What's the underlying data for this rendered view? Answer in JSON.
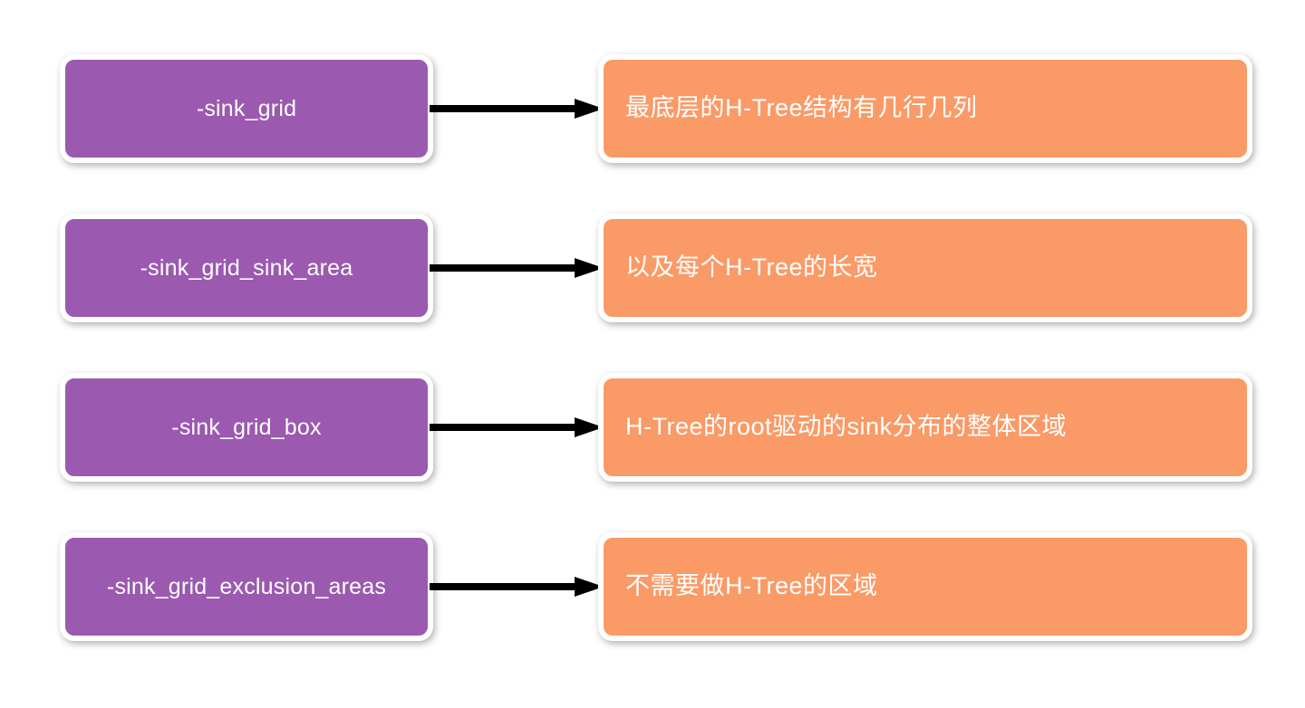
{
  "page": {
    "background_color": "#FFFFFF",
    "term_box_color": "#9B59B0",
    "desc_box_color": "#FA9A67",
    "box_border_color": "#FFFFFF",
    "text_color": "#FFFFFF",
    "arrow_color": "#000000"
  },
  "rows": [
    {
      "term": "-sink_grid",
      "description": "最底层的H-Tree结构有几行几列",
      "arrow_icon": "arrow-right-icon"
    },
    {
      "term": "-sink_grid_sink_area",
      "description": "以及每个H-Tree的长宽",
      "arrow_icon": "arrow-right-icon"
    },
    {
      "term": "-sink_grid_box",
      "description": "H-Tree的root驱动的sink分布的整体区域",
      "arrow_icon": "arrow-right-icon"
    },
    {
      "term": "-sink_grid_exclusion_areas",
      "description": "不需要做H-Tree的区域",
      "arrow_icon": "arrow-right-icon"
    }
  ]
}
